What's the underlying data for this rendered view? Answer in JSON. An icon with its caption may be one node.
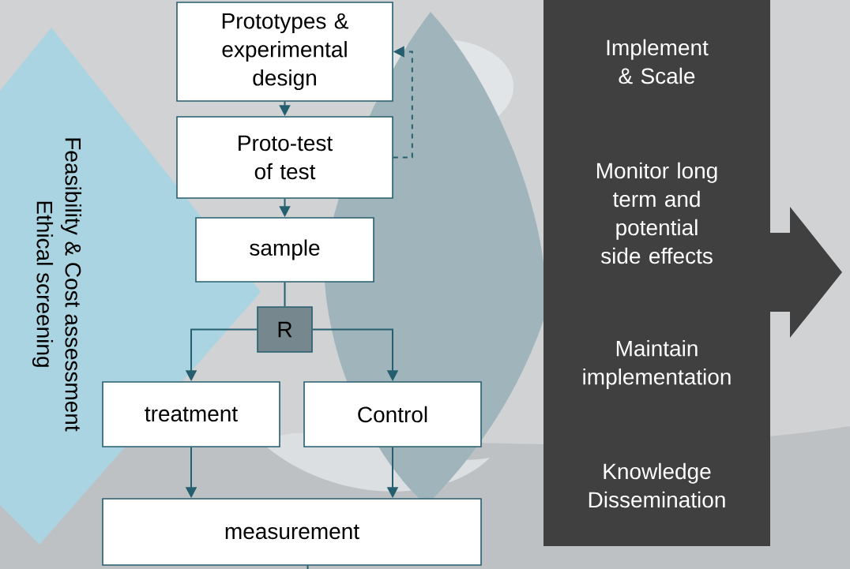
{
  "diagram": {
    "nodes": [
      {
        "text": [
          "Feasibility  & Cost assessment",
          "Ethical screening"
        ]
      },
      {
        "text": [
          "Prototypes & experimental design"
        ]
      },
      {
        "text": [
          "Proto-test of test"
        ]
      },
      {
        "text": [
          "sample"
        ]
      },
      {
        "text": [
          "R"
        ]
      },
      {
        "text": [
          "treatment"
        ]
      },
      {
        "text": [
          "Control"
        ]
      },
      {
        "text": [
          "measurement"
        ]
      },
      {
        "text": [
          "Implement & Scale",
          "Monitor long term and potential side effects",
          "Maintain implementation",
          "Knowledge Dissemination"
        ]
      }
    ],
    "edges": [
      {
        "from": 1,
        "to": 2,
        "arrow": "to"
      },
      {
        "from": 2,
        "to": 1,
        "arrow": "to",
        "style": "dashed"
      },
      {
        "from": 2,
        "to": 3,
        "arrow": "to"
      },
      {
        "from": 3,
        "to": 4,
        "arrow": "none"
      },
      {
        "from": 4,
        "to": 5,
        "arrow": "to"
      },
      {
        "from": 4,
        "to": 6,
        "arrow": "to"
      },
      {
        "from": 5,
        "to": 7,
        "arrow": "to"
      },
      {
        "from": 6,
        "to": 7,
        "arrow": "to"
      },
      {
        "from": 7,
        "to": null,
        "arrow": "none"
      }
    ]
  }
}
